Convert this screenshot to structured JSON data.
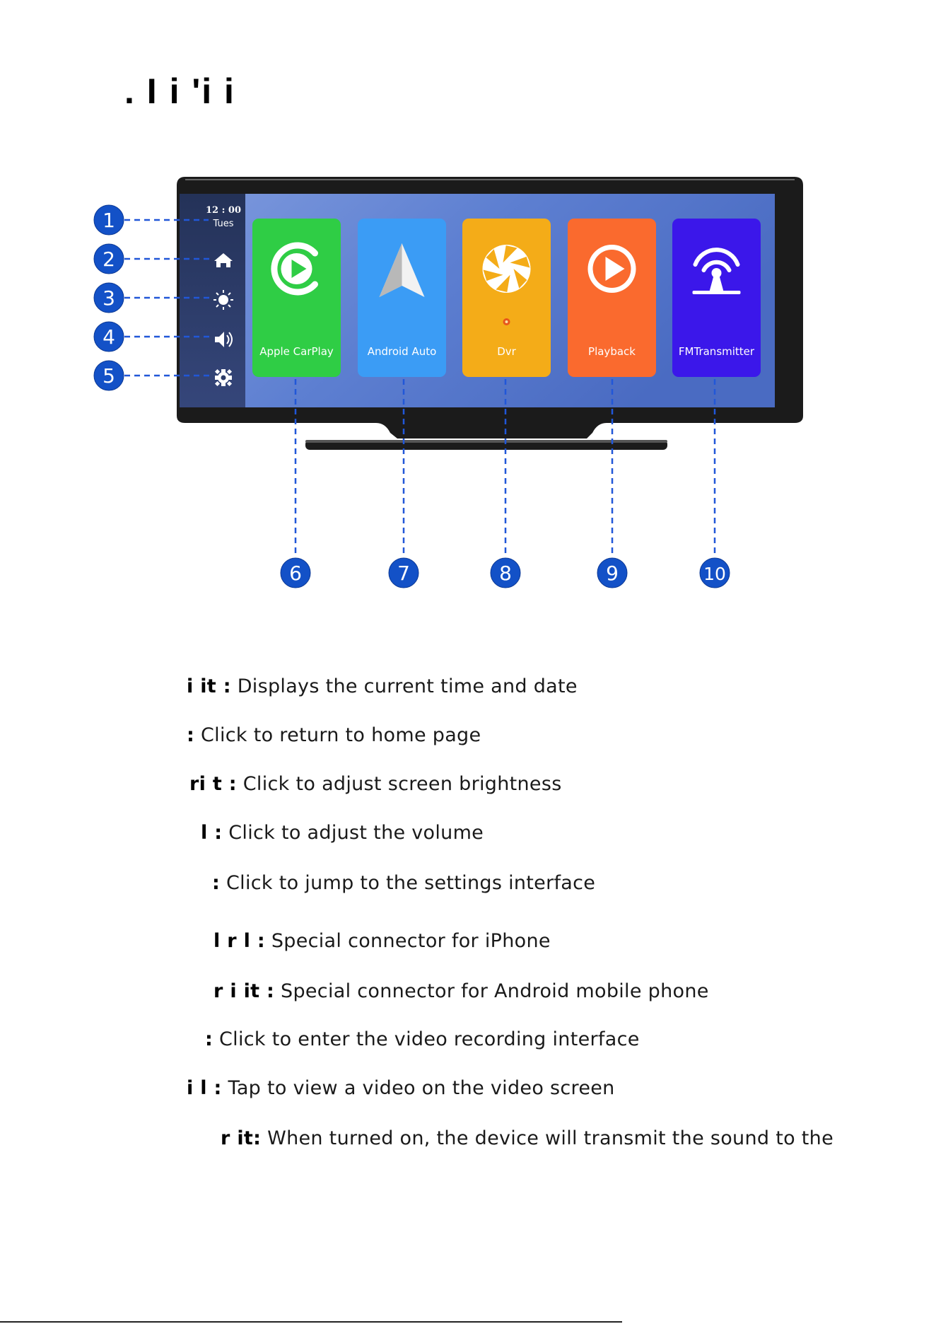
{
  "heading": ". I  i 'i  i",
  "screen": {
    "time": "12 : 00",
    "day": "Tues"
  },
  "sidebar_icons": [
    "home-icon",
    "brightness-icon",
    "volume-icon",
    "settings-icon"
  ],
  "apps": [
    {
      "label": "Apple CarPlay",
      "color": "#2fcd45",
      "icon": "carplay-icon"
    },
    {
      "label": "Android Auto",
      "color": "#3b9cf5",
      "icon": "android-auto-icon"
    },
    {
      "label": "Dvr",
      "color": "#f4ac18",
      "icon": "aperture-icon"
    },
    {
      "label": "Playback",
      "color": "#fa6a2e",
      "icon": "play-icon"
    },
    {
      "label": "FMTransmitter",
      "color": "#3b17ea",
      "icon": "antenna-icon"
    }
  ],
  "callouts": [
    "1",
    "2",
    "3",
    "4",
    "5",
    "6",
    "7",
    "8",
    "9",
    "10"
  ],
  "colors": {
    "callout": "#1351c7",
    "leader": "#2157d8",
    "screen_bg": "#5d7fd1",
    "sidebar_bg": "#2a3a62"
  },
  "descriptions": [
    {
      "term": "i          it  :",
      "text": " Displays the current time and date"
    },
    {
      "term": ":",
      "text": " Click to return to home page"
    },
    {
      "term": "ri   t              :",
      "text": " Click to adjust screen brightness"
    },
    {
      "term": "l              :",
      "text": " Click to adjust the volume"
    },
    {
      "term": ":",
      "text": " Click to jump to the settings interface"
    },
    {
      "term": "l      r  l   :",
      "text": " Special connector for iPhone"
    },
    {
      "term": "r  i        it  :",
      "text": " Special connector for Android mobile phone"
    },
    {
      "term": ":",
      "text": " Click to enter the video recording interface"
    },
    {
      "term": "i        l          :",
      "text": " Tap to view a video on the video screen"
    },
    {
      "term": "r          it:",
      "text": " When turned on, the device will transmit the sound to the"
    }
  ]
}
